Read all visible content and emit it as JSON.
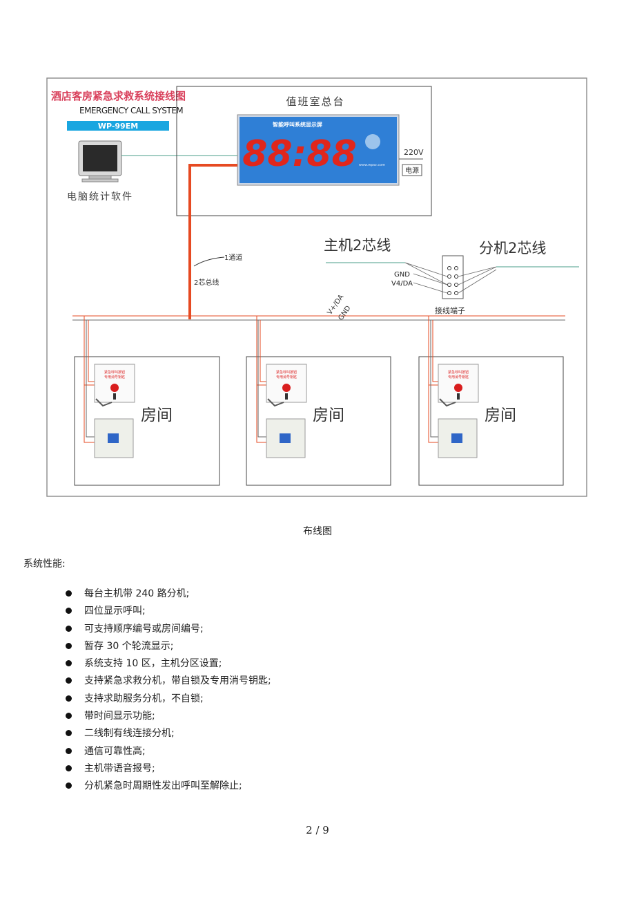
{
  "diagram": {
    "title_cn": "酒店客房紧急求救系统接线图",
    "title_en": "EMERGENCY CALL SYSTEM",
    "model": "WP-99EM",
    "duty_room_label": "值班室总台",
    "display_header": "智能呼叫系统显示屏",
    "display_digits": "88:88",
    "display_url": "www.wpsz.com",
    "voltage_label": "220V",
    "power_label": "电源",
    "computer_label": "电脑统计软件",
    "main_2wire_label": "主机2芯线",
    "ext_2wire_label": "分机2芯线",
    "gnd_label": "GND",
    "v4da_label": "V4/DA",
    "terminal_label": "接线端子",
    "channel_label": "1通道",
    "bus_label": "2芯总线",
    "vda_label": "V+/DA",
    "gnd_bus_label": "GND",
    "room_label": "房间",
    "panel_text_line1": "紧急呼叫按钮",
    "panel_text_line2": "专用消号钥匙"
  },
  "caption": "布线图",
  "section_title": "系统性能:",
  "features": [
    "每台主机带 240 路分机;",
    "四位显示呼叫;",
    "可支持顺序编号或房间编号;",
    "暂存 30 个轮流显示;",
    "系统支持 10 区，主机分区设置;",
    "支持紧急求救分机，带自锁及专用消号钥匙;",
    "支持求助服务分机，不自锁;",
    "带时间显示功能;",
    "二线制有线连接分机;",
    "通信可靠性高;",
    "主机带语音报号;",
    "分机紧急时周期性发出呼叫至解除止;"
  ],
  "page_number": "2 / 9",
  "colors": {
    "display_bg": "#2f7fd6",
    "digit_red": "#e0261c",
    "bus_red": "#e64a22",
    "model_bar": "#1aa6e0",
    "title_pink": "#d9415c"
  }
}
